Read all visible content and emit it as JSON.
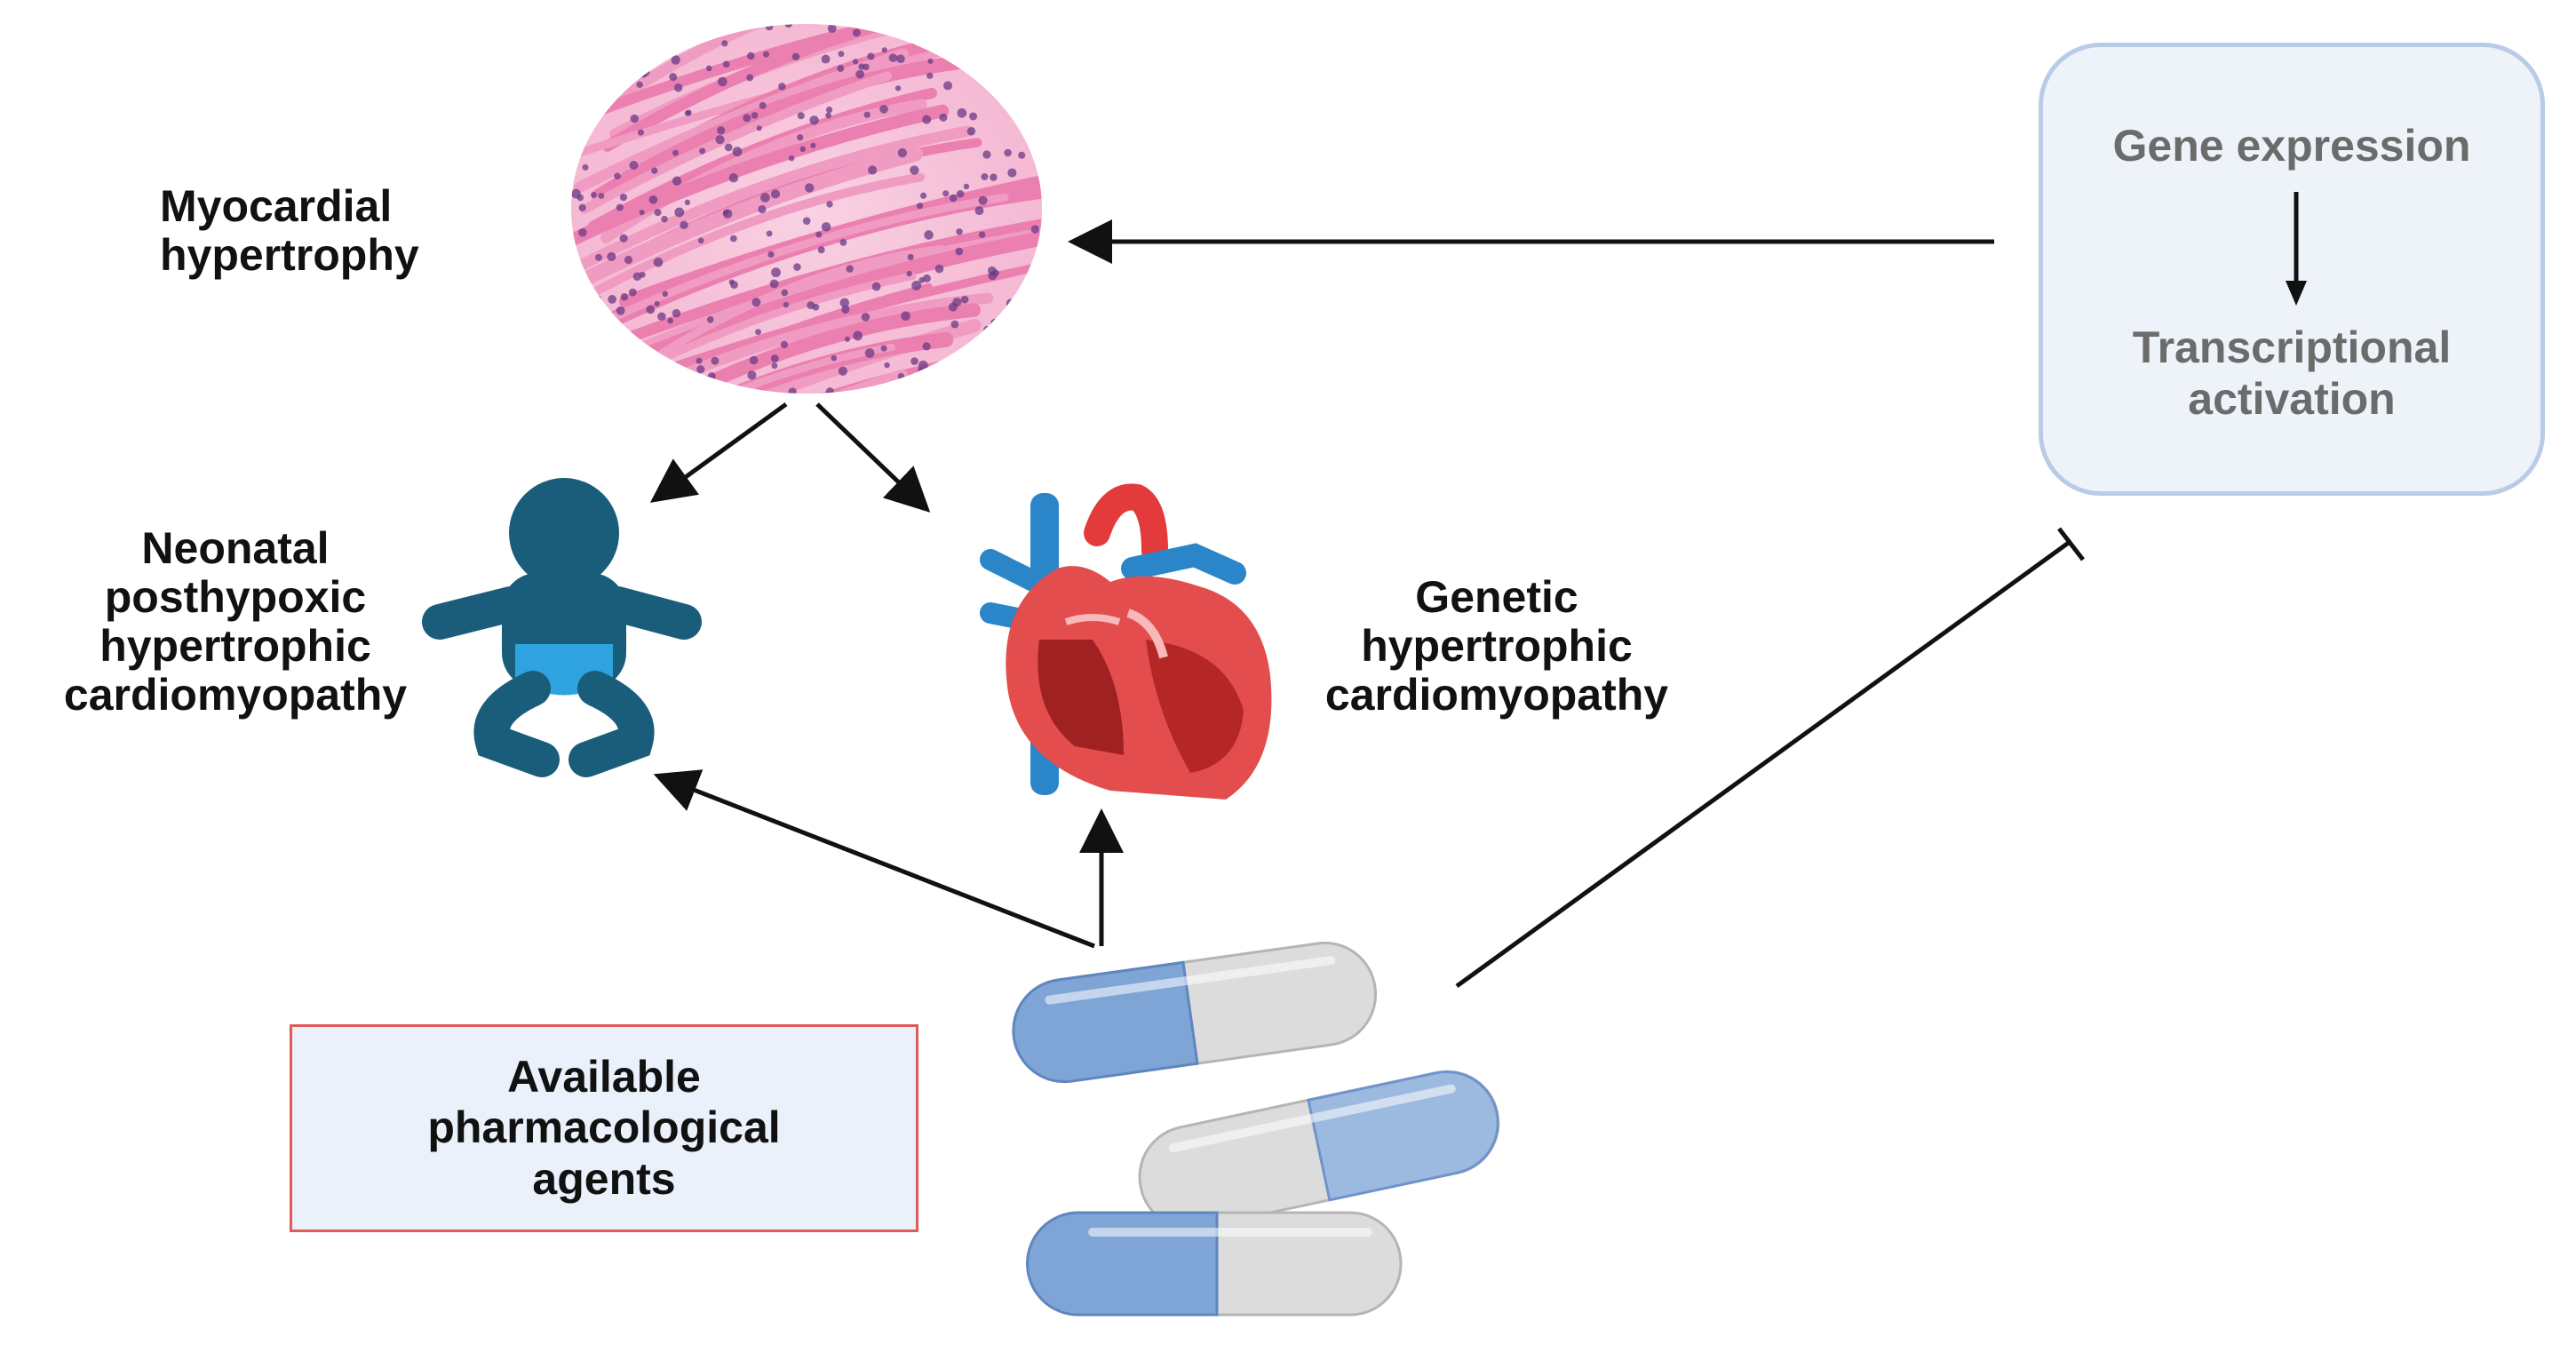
{
  "labels": {
    "myocardial": [
      "Myocardial",
      "hypertrophy"
    ],
    "neonatal": [
      "Neonatal",
      "posthypoxic",
      "hypertrophic",
      "cardiomyopathy"
    ],
    "genetic": [
      "Genetic",
      "hypertrophic",
      "cardiomyopathy"
    ],
    "gene_expression": "Gene expression",
    "transcriptional": [
      "Transcriptional",
      "activation"
    ],
    "agents": [
      "Available",
      "pharmacological",
      "agents"
    ]
  },
  "icons": {
    "tissue": "myocardial-tissue-icon",
    "baby": "baby-icon",
    "heart": "heart-icon",
    "capsules": "capsule-icon"
  },
  "colors": {
    "arrow": "#111111",
    "box_border": "#b9cbe6",
    "box_fill": "#eef3fa",
    "agents_border": "#e05a5a",
    "agents_fill": "#eaf1fa",
    "baby": "#1a5d7a",
    "capsule_blue": "#7fa4d6",
    "capsule_grey": "#dcdcdc",
    "tissue_pink": "#f3a6c8"
  }
}
